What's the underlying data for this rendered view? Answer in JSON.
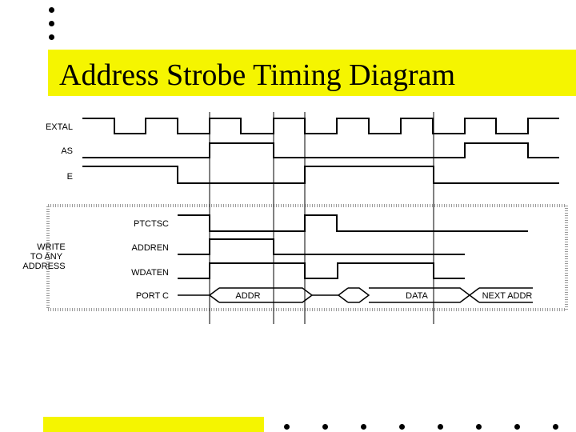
{
  "slide": {
    "title": "Address Strobe Timing Diagram",
    "accent_color": "#f5f500"
  },
  "diagram": {
    "signal_labels": {
      "extal": "EXTAL",
      "as": "AS",
      "e": "E",
      "ptctsc": "PTCTSC",
      "addren": "ADDREN",
      "wdaten": "WDATEN",
      "portc": "PORT C"
    },
    "group_label": [
      "WRITE",
      "TO ANY",
      "ADDRESS"
    ],
    "bus_labels": {
      "addr": "ADDR",
      "data": "DATA",
      "next_addr": "NEXT ADDR"
    }
  }
}
